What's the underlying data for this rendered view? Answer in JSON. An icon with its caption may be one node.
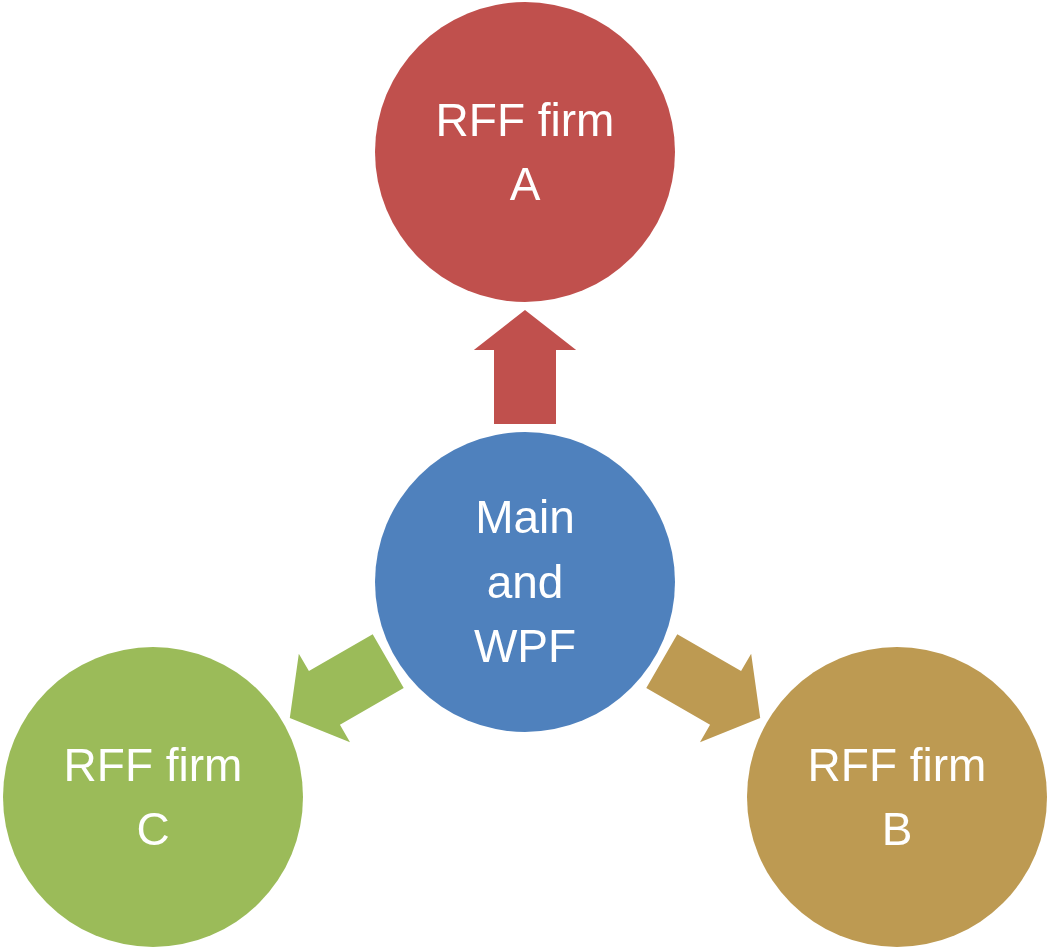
{
  "diagram": {
    "nodes": [
      {
        "text": [
          "RFF firm A"
        ]
      },
      {
        "text": [
          "Main and WPF"
        ]
      },
      {
        "text": [
          "RFF firm C"
        ]
      },
      {
        "text": [
          "RFF firm B"
        ]
      }
    ],
    "edges": [
      {
        "from": 1,
        "to": 0,
        "arrow": "to",
        "style": "thick",
        "color": "#c0504d"
      },
      {
        "from": 1,
        "to": 3,
        "arrow": "to",
        "style": "thick",
        "color": "#bd9a52"
      },
      {
        "from": 1,
        "to": 2,
        "arrow": "to",
        "style": "thick",
        "color": "#9bbb59"
      }
    ]
  }
}
